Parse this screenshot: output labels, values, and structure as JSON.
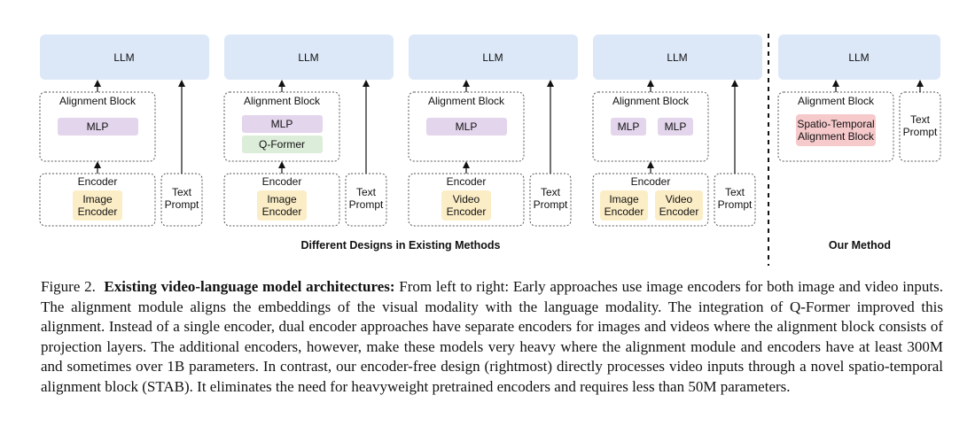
{
  "labels": {
    "llm": "LLM",
    "alignment_block": "Alignment Block",
    "mlp": "MLP",
    "q_former": "Q-Former",
    "encoder": "Encoder",
    "image_encoder": [
      "Image",
      "Encoder"
    ],
    "video_encoder": [
      "Video",
      "Encoder"
    ],
    "text_prompt": [
      "Text",
      "Prompt"
    ],
    "stab": [
      "Spatio-Temporal",
      "Alignment Block"
    ]
  },
  "sections": {
    "existing": "Different Designs in Existing  Methods",
    "ours": "Our Method"
  },
  "caption": {
    "figure_label": "Figure 2.",
    "title": "Existing video-language model architectures:",
    "body": "From left to right: Early approaches use image encoders for both image and video inputs. The alignment module aligns the embeddings of the visual modality with the language modality. The integration of Q-Former improved this alignment. Instead of a single encoder, dual encoder approaches have separate encoders for images and videos where the alignment block consists of projection layers. The additional encoders, however, make these models very heavy where the alignment module and encoders have at least 300M and sometimes over 1B parameters. In contrast, our encoder-free design (rightmost) directly processes video inputs through a novel spatio-temporal alignment block (STAB). It eliminates the need for heavyweight pretrained encoders and requires less than 50M parameters."
  },
  "colors": {
    "llm_fill": "#dce8f8",
    "mlp_fill": "#e3d5ec",
    "qformer_fill": "#dcedd9",
    "encoder_fill": "#fbedc6",
    "stab_fill": "#f6c9cb",
    "border": "#555555"
  }
}
